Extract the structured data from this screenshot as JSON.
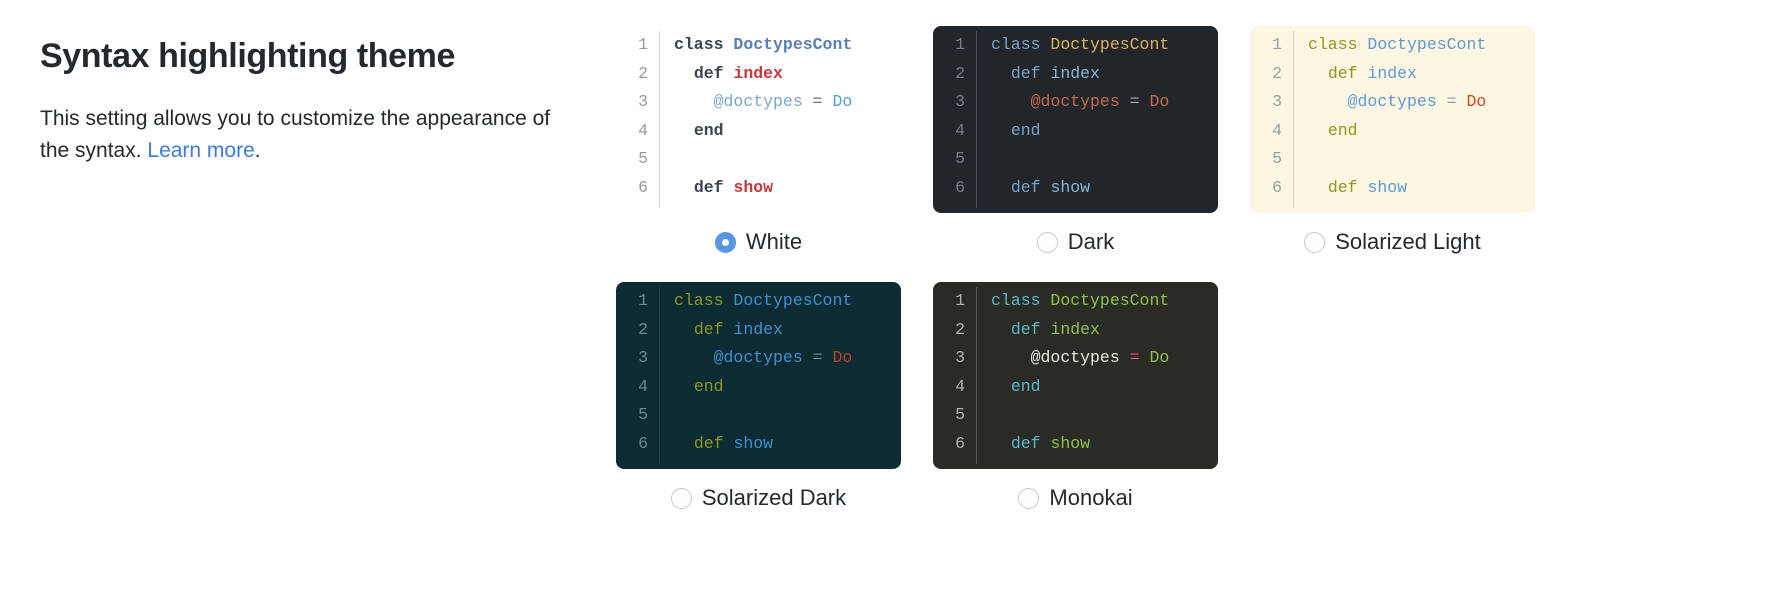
{
  "heading": "Syntax highlighting theme",
  "description": {
    "before_link": "This setting allows you to customize the appearance of the syntax. ",
    "link_text": "Learn more",
    "after_link": "."
  },
  "colors": {
    "link": "#3b7dd8",
    "radio_selected": "#5896e0",
    "radio_unselected_border": "#c8c8c8",
    "text": "#24292e"
  },
  "code_sample": {
    "line_numbers": [
      "1",
      "2",
      "3",
      "4",
      "5",
      "6"
    ],
    "lines": [
      {
        "indent": "",
        "tokens": [
          {
            "text": "class",
            "type": "kw"
          },
          {
            "text": " ",
            "type": "plain"
          },
          {
            "text": "DoctypesCont",
            "type": "cls"
          }
        ]
      },
      {
        "indent": "  ",
        "tokens": [
          {
            "text": "def",
            "type": "kw"
          },
          {
            "text": " ",
            "type": "plain"
          },
          {
            "text": "index",
            "type": "fn"
          }
        ]
      },
      {
        "indent": "    ",
        "tokens": [
          {
            "text": "@doctypes",
            "type": "ivar"
          },
          {
            "text": " ",
            "type": "plain"
          },
          {
            "text": "=",
            "type": "op"
          },
          {
            "text": " ",
            "type": "plain"
          },
          {
            "text": "Do",
            "type": "cnst"
          }
        ]
      },
      {
        "indent": "  ",
        "tokens": [
          {
            "text": "end",
            "type": "kw"
          }
        ]
      },
      {
        "indent": "",
        "tokens": []
      },
      {
        "indent": "  ",
        "tokens": [
          {
            "text": "def",
            "type": "kw"
          },
          {
            "text": " ",
            "type": "plain"
          },
          {
            "text": "show",
            "type": "fn"
          }
        ]
      }
    ]
  },
  "themes": [
    {
      "id": "white",
      "label": "White",
      "css": "t-white",
      "selected": true
    },
    {
      "id": "dark",
      "label": "Dark",
      "css": "t-dark",
      "selected": false
    },
    {
      "id": "sollight",
      "label": "Solarized Light",
      "css": "t-sollight",
      "selected": false
    },
    {
      "id": "soldark",
      "label": "Solarized Dark",
      "css": "t-soldark",
      "selected": false
    },
    {
      "id": "monokai",
      "label": "Monokai",
      "css": "t-monokai",
      "selected": false
    }
  ],
  "rows": [
    [
      "white",
      "dark",
      "sollight"
    ],
    [
      "soldark",
      "monokai"
    ]
  ]
}
